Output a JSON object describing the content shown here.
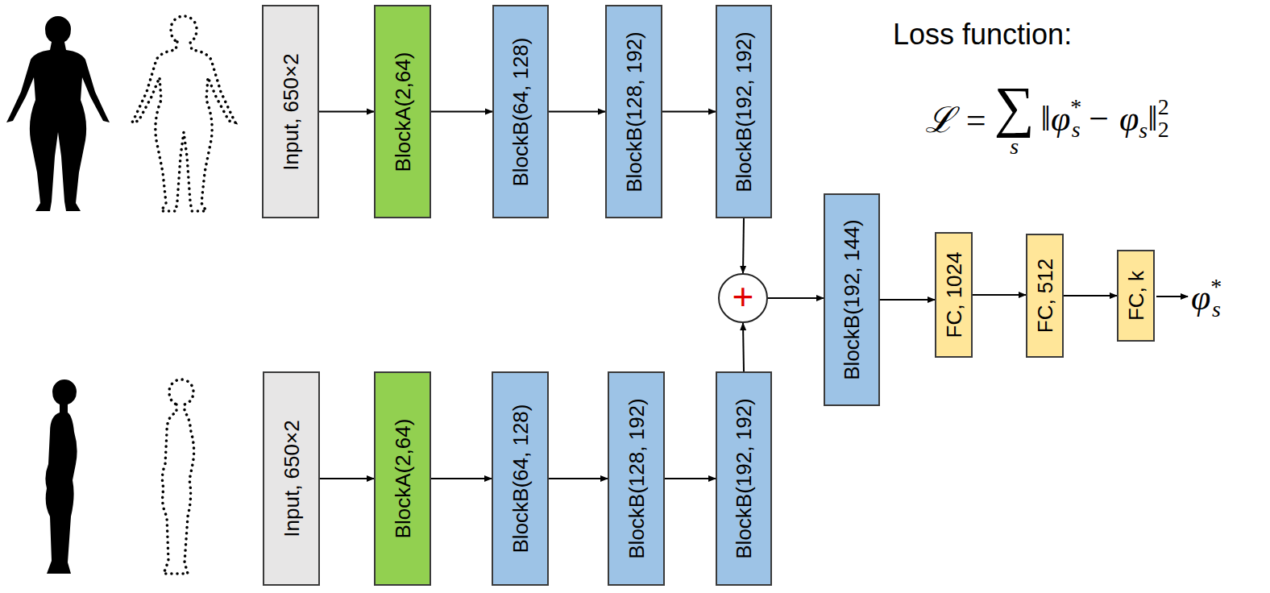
{
  "diagram": {
    "nodes": [
      {
        "text": [
          "Input, 650×2"
        ]
      },
      {
        "text": [
          "BlockA(2,64)"
        ]
      },
      {
        "text": [
          "BlockB(64, 128)"
        ]
      },
      {
        "text": [
          "BlockB(128, 192)"
        ]
      },
      {
        "text": [
          "BlockB(192, 192)"
        ]
      },
      {
        "text": [
          "Input, 650×2"
        ]
      },
      {
        "text": [
          "BlockA(2,64)"
        ]
      },
      {
        "text": [
          "BlockB(64, 128)"
        ]
      },
      {
        "text": [
          "BlockB(128, 192)"
        ]
      },
      {
        "text": [
          "BlockB(192, 192)"
        ]
      },
      {
        "text": [
          "+"
        ]
      },
      {
        "text": [
          "BlockB(192, 144)"
        ]
      },
      {
        "text": [
          "FC, 1024"
        ]
      },
      {
        "text": [
          "FC, 512"
        ]
      },
      {
        "text": [
          "FC, k"
        ]
      }
    ],
    "edges": [
      {
        "from": 0,
        "to": 1,
        "arrow": "to"
      },
      {
        "from": 1,
        "to": 2,
        "arrow": "to"
      },
      {
        "from": 2,
        "to": 3,
        "arrow": "to"
      },
      {
        "from": 3,
        "to": 4,
        "arrow": "to"
      },
      {
        "from": 5,
        "to": 6,
        "arrow": "to"
      },
      {
        "from": 6,
        "to": 7,
        "arrow": "to"
      },
      {
        "from": 7,
        "to": 8,
        "arrow": "to"
      },
      {
        "from": 8,
        "to": 9,
        "arrow": "to"
      },
      {
        "from": 4,
        "to": 10,
        "arrow": "to"
      },
      {
        "from": 9,
        "to": 10,
        "arrow": "to"
      },
      {
        "from": 10,
        "to": 11,
        "arrow": "to"
      },
      {
        "from": 11,
        "to": 12,
        "arrow": "to"
      },
      {
        "from": 12,
        "to": 13,
        "arrow": "to"
      },
      {
        "from": 13,
        "to": 14,
        "arrow": "to"
      }
    ],
    "labels": [
      "Loss function:",
      "ℒ =",
      "∑",
      "s",
      "‖φ",
      "*",
      "s",
      "− φ",
      "s",
      "‖",
      "2",
      "2",
      "φ",
      "*",
      "s"
    ]
  }
}
